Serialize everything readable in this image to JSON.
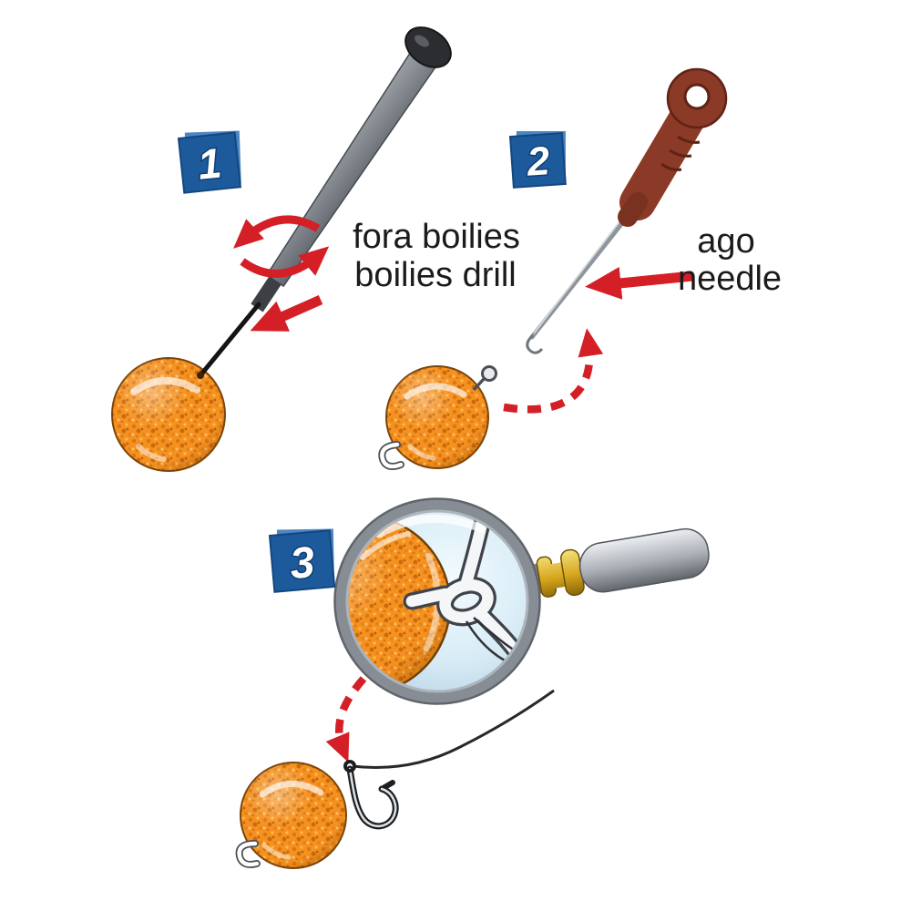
{
  "figure": {
    "background": "#ffffff",
    "steps": [
      {
        "number": "1",
        "label": {
          "line1": "fora boilies",
          "line2": "boilies drill"
        }
      },
      {
        "number": "2",
        "label": {
          "line1": "ago",
          "line2": "needle"
        }
      },
      {
        "number": "3"
      }
    ],
    "colors": {
      "badge_blue": "#1d5a9c",
      "arrow_red": "#d41f26",
      "boilie_orange": "#f59120",
      "drill_gray": "#83888f",
      "needle_handle_brown": "#8a3a26",
      "magnifier_steel": "#9aa0a6",
      "magnifier_gold": "#d3a119"
    },
    "icons": [
      "boilie-drill-icon",
      "rotation-arrows-icon",
      "boilie-icon",
      "baiting-needle-icon",
      "hair-loop-icon",
      "swivel-ring-icon",
      "magnifier-icon",
      "hair-rig-knot-icon",
      "fishing-hook-icon",
      "dashed-arrow-icon",
      "straight-arrow-icon",
      "step-badge"
    ]
  }
}
